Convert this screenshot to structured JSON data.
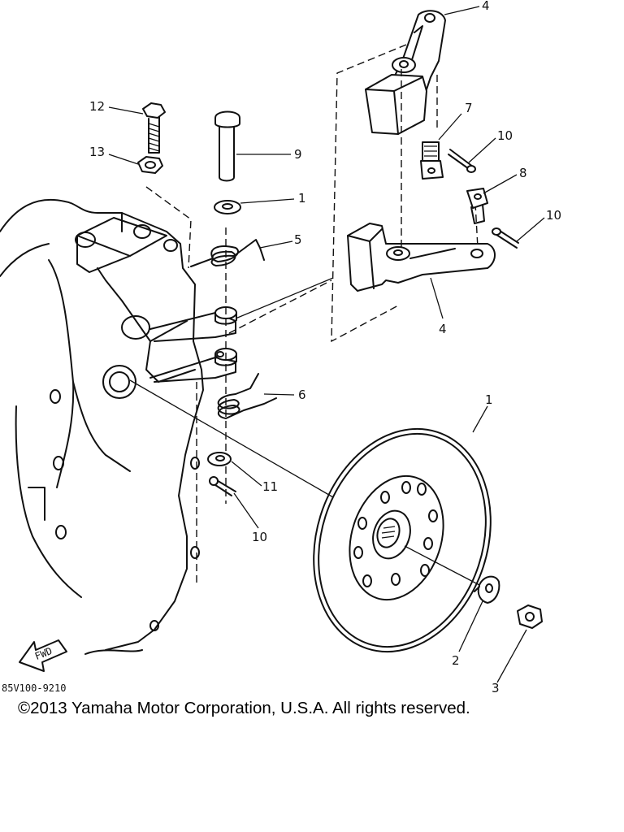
{
  "callouts": {
    "c1a": "1",
    "c1b": "1",
    "c2": "2",
    "c3": "3",
    "c4a": "4",
    "c4b": "4",
    "c5": "5",
    "c6": "6",
    "c7": "7",
    "c8": "8",
    "c9": "9",
    "c10a": "10",
    "c10b": "10",
    "c10c": "10",
    "c11": "11",
    "c12": "12",
    "c13": "13"
  },
  "fwd_arrow_label": "FWD",
  "diagram_code": "85V100-9210",
  "copyright": "©2013 Yamaha Motor Corporation, U.S.A. All rights reserved."
}
